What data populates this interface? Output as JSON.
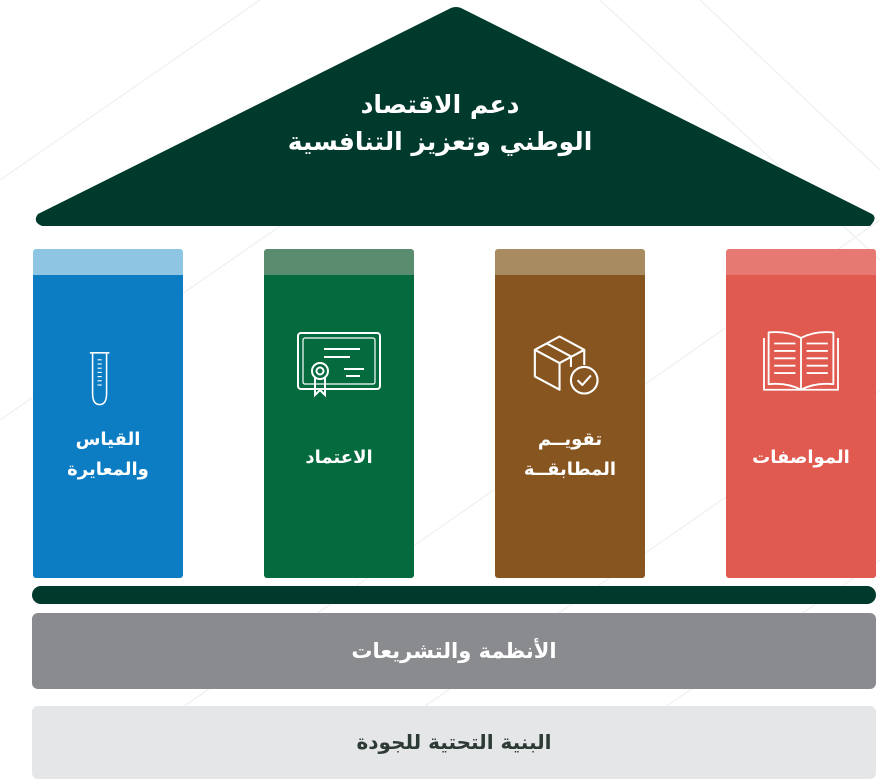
{
  "roof": {
    "title_line1": "دعم الاقتصاد",
    "title_line2": "الوطني وتعزيز التنافسية",
    "color": "#003a2c"
  },
  "pillars": [
    {
      "label_line1": "القياس",
      "label_line2": "والمعايرة",
      "icon": "test-tube-icon",
      "body_color": "#0c7dc3",
      "cap_color": "#8ec5e2"
    },
    {
      "label_line1": "الاعتماد",
      "label_line2": "",
      "icon": "certificate-icon",
      "body_color": "#046b3e",
      "cap_color": "#5a8c6f"
    },
    {
      "label_line1": "تقويــم",
      "label_line2": "المطابقــة",
      "icon": "package-check-icon",
      "body_color": "#875620",
      "cap_color": "#a88b61"
    },
    {
      "label_line1": "المواصفات",
      "label_line2": "",
      "icon": "open-book-icon",
      "body_color": "#e15a50",
      "cap_color": "#e67a72"
    }
  ],
  "foundation": {
    "regulations": "الأنظمة والتشريعات",
    "infrastructure": "البنية التحتية للجودة"
  }
}
